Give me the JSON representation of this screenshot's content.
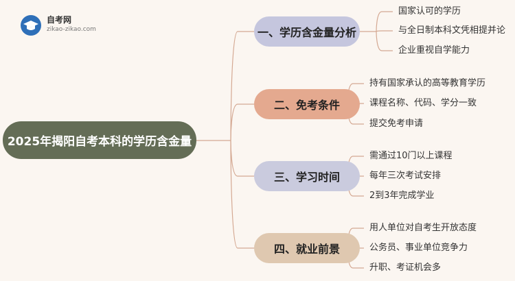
{
  "logo": {
    "title": "自考网",
    "subtitle": "zikao-zikao.com",
    "icon": "graduation-cap-icon"
  },
  "root": {
    "label": "2025年揭阳自考本科的学历含金量"
  },
  "colors": {
    "root_bg": "#646d56",
    "line": "#d4a892",
    "branch_bgs": [
      "#c5c6de",
      "#e4a98f",
      "#cacbde",
      "#dfc8b0"
    ]
  },
  "branches": [
    {
      "label": "一、学历含金量分析",
      "children": [
        "国家认可的学历",
        "与全日制本科文凭相提并论",
        "企业重视自学能力"
      ]
    },
    {
      "label": "二、免考条件",
      "children": [
        "持有国家承认的高等教育学历",
        "课程名称、代码、学分一致",
        "提交免考申请"
      ]
    },
    {
      "label": "三、学习时间",
      "children": [
        "需通过10门以上课程",
        "每年三次考试安排",
        "2到3年完成学业"
      ]
    },
    {
      "label": "四、就业前景",
      "children": [
        "用人单位对自考生开放态度",
        "公务员、事业单位竞争力",
        "升职、考证机会多"
      ]
    }
  ]
}
